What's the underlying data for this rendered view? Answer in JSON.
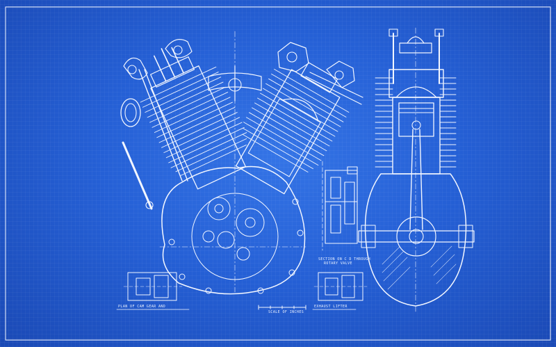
{
  "captions": {
    "cam_gear": "PLAN OF CAM GEAR AND",
    "scale": "SCALE OF INCHES",
    "exhaust_lifter": "EXHAUST LIFTER",
    "section_line1": "SECTION ON C D THROUGH",
    "section_line2": "ROTARY VALVE"
  },
  "colors": {
    "paper": "#2560d6",
    "ink": "#f2f6ff"
  }
}
